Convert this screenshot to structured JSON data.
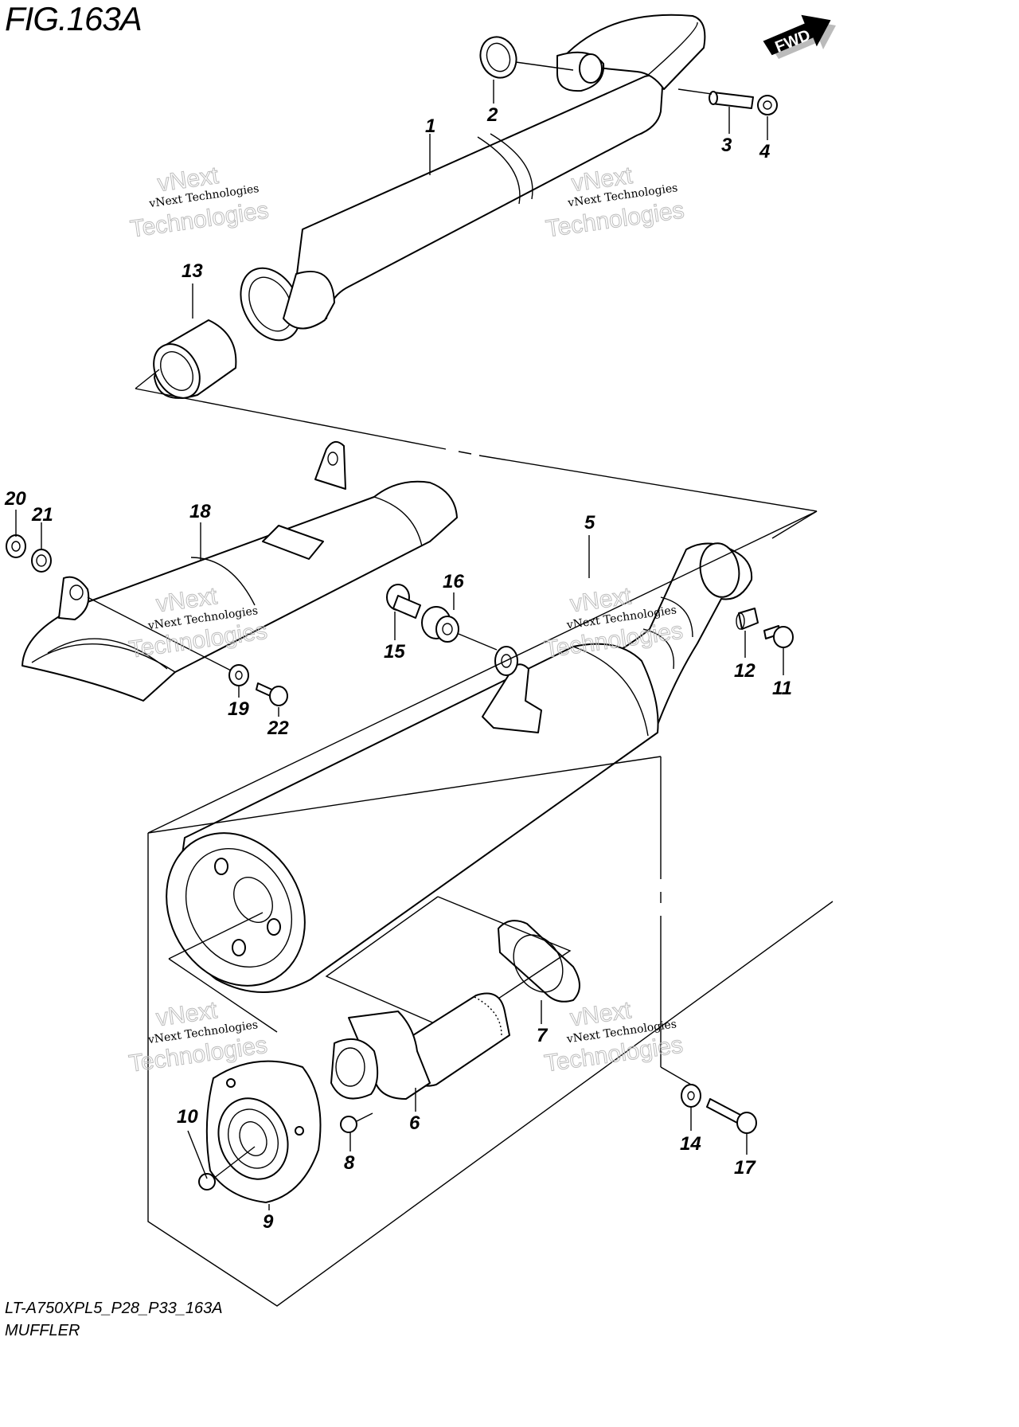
{
  "figure": {
    "title": "FIG.163A",
    "code": "LT-A750XPL5_P28_P33_163A",
    "name": "MUFFLER"
  },
  "direction_badge": "FWD",
  "watermark": {
    "line1": "vNext Technologies",
    "line2_big": "vNext",
    "line3_big": "Technologies"
  },
  "callouts": [
    "1",
    "2",
    "3",
    "4",
    "5",
    "6",
    "7",
    "8",
    "9",
    "10",
    "11",
    "12",
    "13",
    "14",
    "15",
    "16",
    "17",
    "18",
    "19",
    "20",
    "21",
    "22"
  ],
  "colors": {
    "line": "#000000",
    "background": "#ffffff",
    "watermark": "#bdbdbd"
  }
}
